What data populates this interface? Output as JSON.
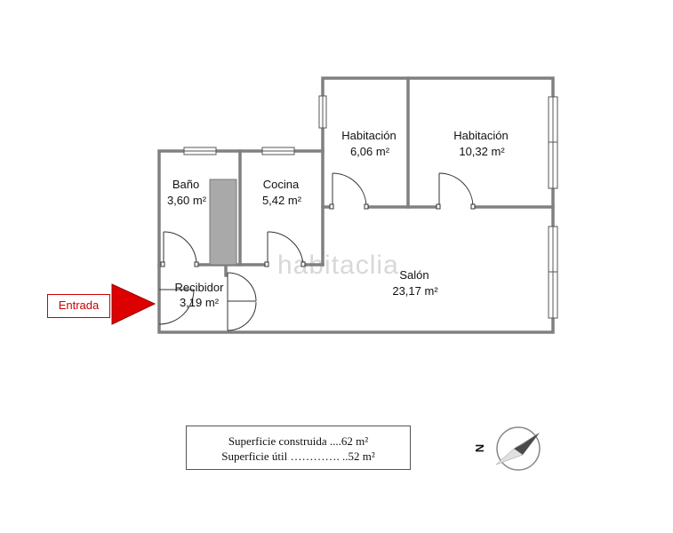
{
  "watermark": "habitaclia",
  "entrance": {
    "label": "Entrada",
    "arrow_color": "#cc0000"
  },
  "rooms": [
    {
      "id": "bano",
      "name": "Baño",
      "area": "3,60 m²"
    },
    {
      "id": "cocina",
      "name": "Cocina",
      "area": "5,42 m²"
    },
    {
      "id": "habitacion-1",
      "name": "Habitación",
      "area": "6,06 m²"
    },
    {
      "id": "habitacion-2",
      "name": "Habitación",
      "area": "10,32 m²"
    },
    {
      "id": "salon",
      "name": "Salón",
      "area": "23,17 m²"
    },
    {
      "id": "recibidor",
      "name": "Recibidor",
      "area": "3,19 m²"
    }
  ],
  "summary": {
    "built": "Superficie construida ....62 m²",
    "useful": "Superficie útil …………. ..52 m²"
  },
  "compass": {
    "label": "N"
  },
  "colors": {
    "wall": "#808080",
    "shaft": "#a9a9a9",
    "text": "#111111"
  }
}
